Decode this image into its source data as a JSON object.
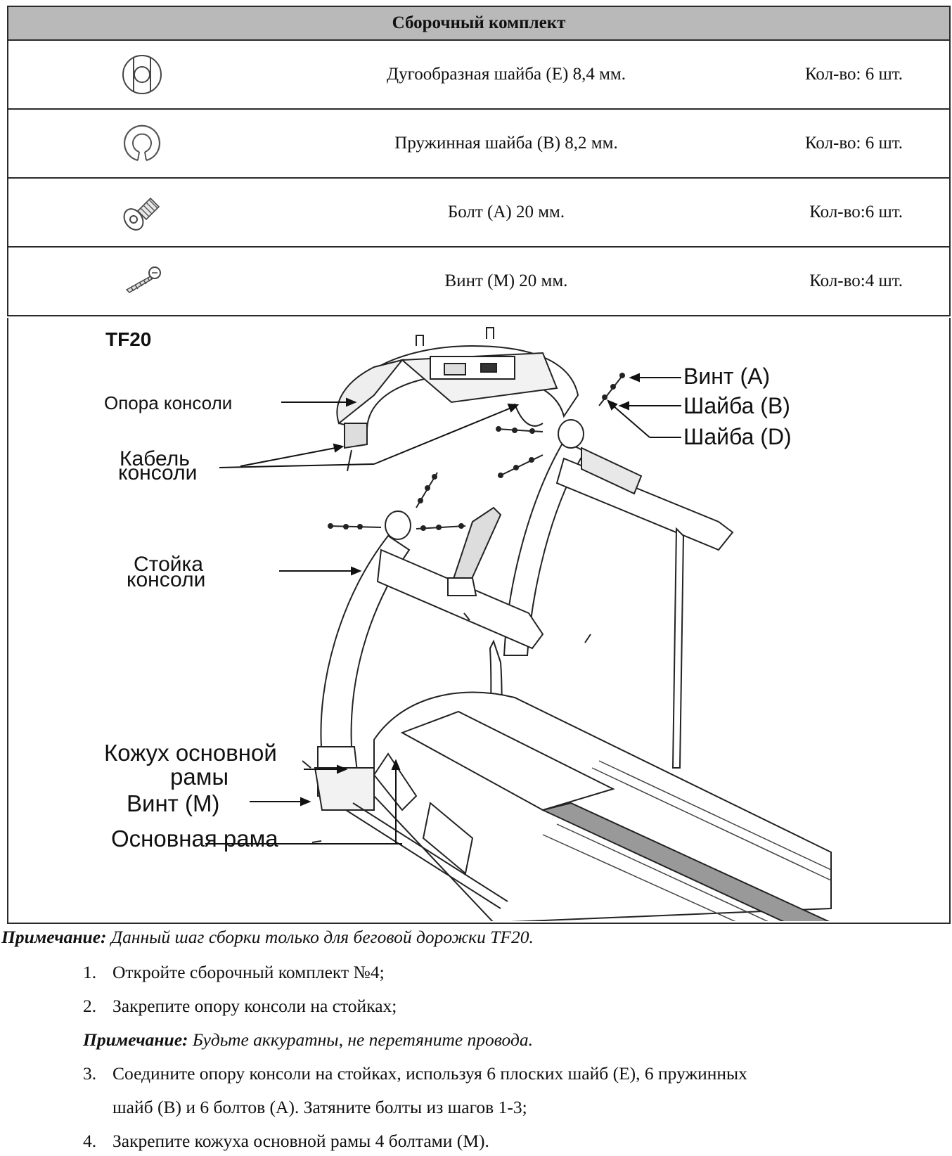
{
  "kit": {
    "title": "Сборочный комплект",
    "rows": [
      {
        "icon": "flat-washer-icon",
        "name": "Дугообразная шайба (E) 8,4 мм.",
        "qty": "Кол-во: 6 шт."
      },
      {
        "icon": "spring-washer-icon",
        "name": "Пружинная шайба (B) 8,2 мм.",
        "qty": "Кол-во: 6 шт."
      },
      {
        "icon": "bolt-icon",
        "name": "Болт (A) 20 мм.",
        "qty": "Кол-во:6 шт."
      },
      {
        "icon": "screw-icon",
        "name": "Винт (M) 20 мм.",
        "qty": "Кол-во:4 шт."
      }
    ]
  },
  "diagram": {
    "model": "TF20",
    "labels": {
      "console_support": "Опора консоли",
      "cable_1": "Кабель",
      "cable_2": "консоли",
      "upright_1": "Стойка",
      "upright_2": "консоли",
      "cover_1": "Кожух основной",
      "cover_2": "рамы",
      "screw_m": "Винт (M)",
      "base_frame": "Основная рама",
      "screw_a": "Винт (A)",
      "washer_b": "Шайба (B)",
      "washer_d": "Шайба (D)"
    }
  },
  "notes": {
    "note1_bold": "Примечание:",
    "note1_text": " Данный шаг сборки только для беговой дорожки TF20.",
    "steps": [
      {
        "num": "1.",
        "text": "Откройте сборочный комплект №4;"
      },
      {
        "num": "2.",
        "text": "Закрепите опору консоли на стойках;"
      }
    ],
    "note2_bold": "Примечание:",
    "note2_text": " Будьте аккуратны, не перетяните провода.",
    "step3_num": "3.",
    "step3_line1": "Соедините опору консоли на стойках, используя 6 плоских шайб (E), 6 пружинных",
    "step3_line2": "шайб (B) и 6 болтов (A). Затяните болты из шагов 1-3;",
    "step4_num": "4.",
    "step4_text": "Закрепите кожуха основной рамы 4 болтами (M)."
  }
}
